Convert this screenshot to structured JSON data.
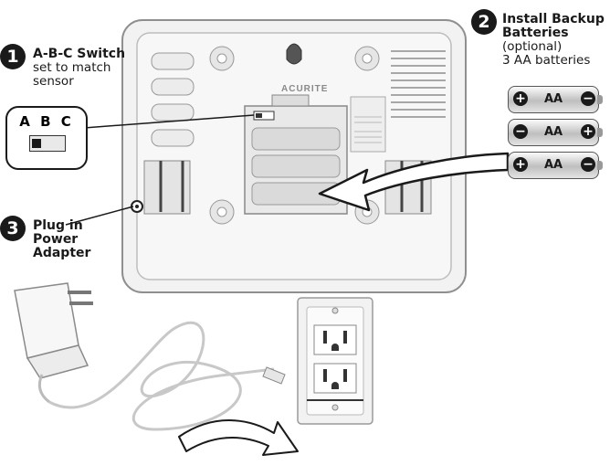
{
  "steps": [
    {
      "number": "1",
      "title": "A-B-C Switch",
      "desc": [
        "set to match",
        "sensor"
      ]
    },
    {
      "number": "2",
      "title": [
        "Install Backup",
        "Batteries"
      ],
      "desc": [
        "(optional)",
        "3 AA batteries"
      ]
    },
    {
      "number": "3",
      "title": [
        "Plug in",
        "Power",
        "Adapter"
      ]
    }
  ],
  "switch_inset": {
    "letters": "A B C"
  },
  "batteries": [
    {
      "label": "AA",
      "left": "+",
      "right": "−"
    },
    {
      "label": "AA",
      "left": "−",
      "right": "+"
    },
    {
      "label": "AA",
      "left": "+",
      "right": "−"
    }
  ],
  "device": {
    "brand": "ACURITE"
  },
  "colors": {
    "outline": "#1a1a1a",
    "device_body": "#f2f2f2",
    "device_edge": "#9a9a9a",
    "arrow_fill": "#ffffff"
  }
}
